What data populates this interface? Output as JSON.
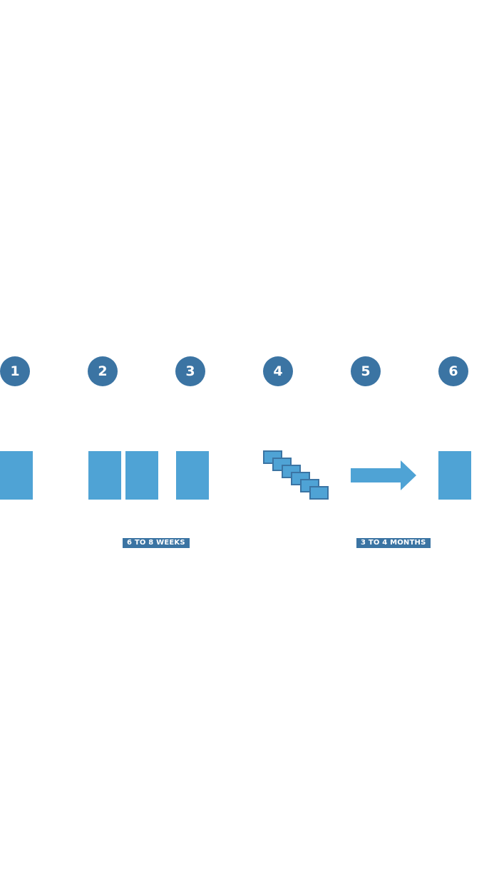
{
  "steps": [
    {
      "number": "1"
    },
    {
      "number": "2"
    },
    {
      "number": "3"
    },
    {
      "number": "4"
    },
    {
      "number": "5"
    },
    {
      "number": "6"
    }
  ],
  "durations": {
    "first": "6 TO 8 WEEKS",
    "second": "3 TO 4 MONTHS"
  },
  "colors": {
    "badge": "#3b74a3",
    "page": "#4fa3d5",
    "background": "#ffffff"
  },
  "icons": {
    "step1": "single-page-icon",
    "step2": "two-pages-icon",
    "step3": "single-page-icon",
    "step4": "stacked-pages-icon",
    "step5": "right-arrow-icon",
    "step6": "single-page-icon"
  }
}
